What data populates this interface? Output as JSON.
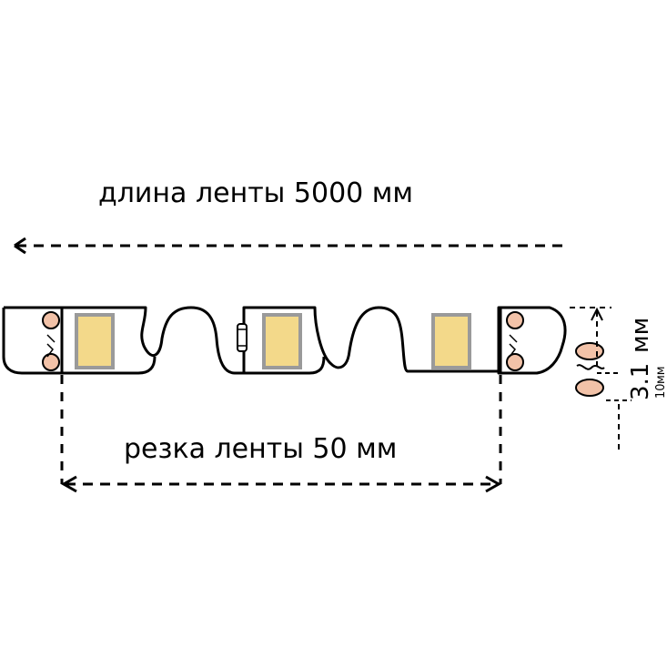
{
  "labels": {
    "total_length": "длина ленты 5000 мм",
    "cut_length": "резка ленты 50 мм",
    "height_value": "3.1",
    "height_unit": "мм",
    "width_value": "10",
    "width_unit": "мм"
  },
  "colors": {
    "led_fill": "#f3d98a",
    "led_border": "#9a9a9a",
    "pad_fill": "#f2c2a8",
    "line": "#000000",
    "background": "#ffffff"
  },
  "leds": [
    {
      "name": "led-1"
    },
    {
      "name": "led-2"
    },
    {
      "name": "led-3"
    }
  ]
}
